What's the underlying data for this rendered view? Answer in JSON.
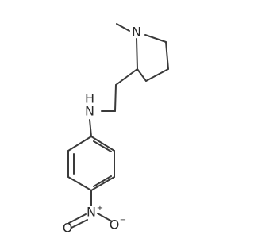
{
  "molecule": {
    "atoms": {
      "n_ring": "N",
      "n_amine": "N",
      "h_amine": "H",
      "n_nitro": "N",
      "o_double": "O",
      "o_single": "O",
      "plus": "+",
      "minus": "−"
    }
  },
  "colors": {
    "bond": "#3a3a3a",
    "text": "#2a2a2a",
    "background": "#ffffff"
  }
}
